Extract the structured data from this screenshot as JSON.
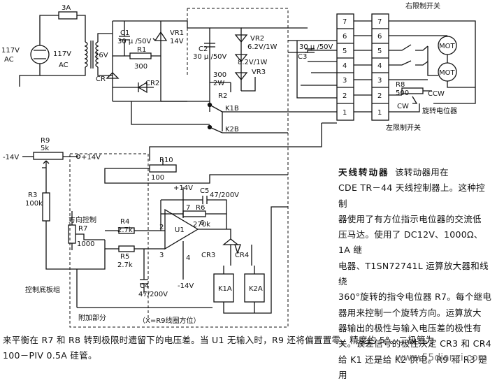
{
  "labels": {
    "fuse": "3A",
    "ac_left": "117V",
    "ac_left2": "AC",
    "ac_mid": "117V",
    "ac_mid2": "AC",
    "v26": "26V",
    "cr1": "CR",
    "c1": "C1",
    "c1_val": "30 μ /50V",
    "vr1": "VR1",
    "vr1_val": "14V",
    "r1": "R1",
    "r1_val": "300",
    "cr2": "CR2",
    "c2": "C2",
    "c2_val": "30 μ /50V",
    "vr2": "VR2",
    "vr2_val": "6.2V/1W",
    "vr3_val": "8.2V/1W",
    "vr3": "VR3",
    "r2_val1": "300",
    "r2_val2": "2W",
    "r2": "R2",
    "k1b": "K1B",
    "k2b": "K2B",
    "c3_val": "30 μ /50V",
    "c3": "C3",
    "right_limit": "右限制开关",
    "left_limit": "左限制开关",
    "mot": "MOT",
    "r8": "R8",
    "r8_val": "500",
    "ccw": "CCW",
    "cw": "CW",
    "pot": "旋转电位器",
    "r9": "R9",
    "r9_val": "5k",
    "m14v": "-14V",
    "p14v": "+14V",
    "r10": "R10",
    "r10_val": "100",
    "r3": "R3",
    "r3_val": "100k",
    "dir_ctrl": "方向控制",
    "r7": "R7",
    "r7_val": "1000",
    "r4": "R4",
    "r4_val": "2.7k",
    "r5": "R5",
    "r5_val": "2.7k",
    "vplus": "+14V",
    "c5": "C5",
    "c5_val": "47/200V",
    "r6": "R6",
    "r6_val": "270k",
    "u1": "U1",
    "pin2": "2",
    "pin3": "3",
    "pin4": "4",
    "pin6": "6",
    "pin7": "7",
    "cr3": "CR3",
    "cr4": "CR4",
    "k1a": "K1A",
    "k2a": "K2A",
    "c4": "C4",
    "c4_val": "47/200V",
    "vminus": "-14V",
    "base_plate": "控制底板组",
    "addon": "附加部分",
    "xnote": "（X=R9线圈方位）",
    "conn_left": [
      "7",
      "6",
      "5",
      "4",
      "3",
      "2",
      "1"
    ],
    "conn_right": [
      "7",
      "6",
      "5",
      "4",
      "3",
      "2",
      "1"
    ]
  },
  "text": {
    "title": "天线转动器",
    "para_first": "该转动器用在",
    "para_lines": [
      "CDE TR－44 天线控制器上。这种控制",
      "器使用了有方位指示电位器的交流低",
      "压马达。使用了 DC12V、1000Ω、1A 继",
      "电器、T1SN72741L 运算放大器和线绕",
      "360°旋转的指令电位器 R7。每个继电",
      "器用来控制一个旋转方向。运算放大",
      "器输出的极性与输入电压差的极性有",
      "关。误差信号的极性决定 CR3 和 CR4",
      "给 K1 还是给 K2 供电。R9 和 R3 是用"
    ],
    "bottom_lines": [
      "来平衡在 R7 和 R8 转到极限时遗留下的电压差。当 U1 无输入时，R9 还将偏置置零。精度约 5°。二极管为",
      "100－PIV 0.5A 硅管。"
    ],
    "watermark": "www.55dianzi.com"
  }
}
